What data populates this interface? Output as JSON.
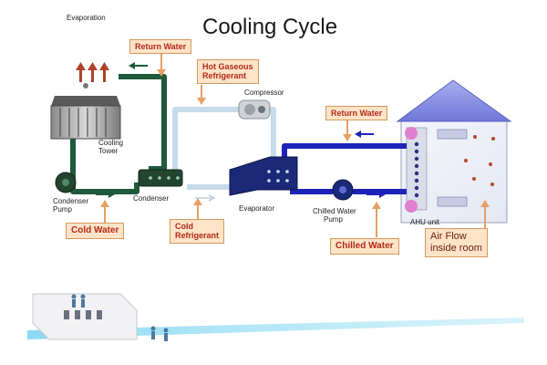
{
  "title": "Cooling Cycle",
  "labels": {
    "evaporation": "Evaporation",
    "cooling_tower_1": "Cooling",
    "cooling_tower_2": "Tower",
    "compressor": "Compressor",
    "condenser_pump_1": "Condenser",
    "condenser_pump_2": "Pump",
    "condenser": "Condenser",
    "evaporator": "Evaporator",
    "chilled_water_pump_1": "Chilled Water",
    "chilled_water_pump_2": "Pump",
    "ahu_unit": "AHU unit"
  },
  "callouts": {
    "return_water_top": "Return Water",
    "hot_gaseous_1": "Hot Gaseous",
    "hot_gaseous_2": "Refrigerant",
    "return_water_right": "Return Water",
    "cold_water": "Cold Water",
    "cold_refrigerant_1": "Cold",
    "cold_refrigerant_2": "Refrigerant",
    "chilled_water": "Chilled Water",
    "air_flow_1": "Air Flow",
    "air_flow_2": "inside room"
  },
  "colors": {
    "condenser_water_pipe": "#1f5a3a",
    "refrigerant_pipe": "#c6dcea",
    "chilled_water_pipe": "#1d23b8",
    "callout_fill": "#fde3c8",
    "callout_border": "#d59a5a",
    "callout_text": "#b32a1a",
    "arrow_orange": "#e6a064",
    "house_roof": "#7f86e0",
    "tower_exhaust_arrow": "#b0402a"
  }
}
